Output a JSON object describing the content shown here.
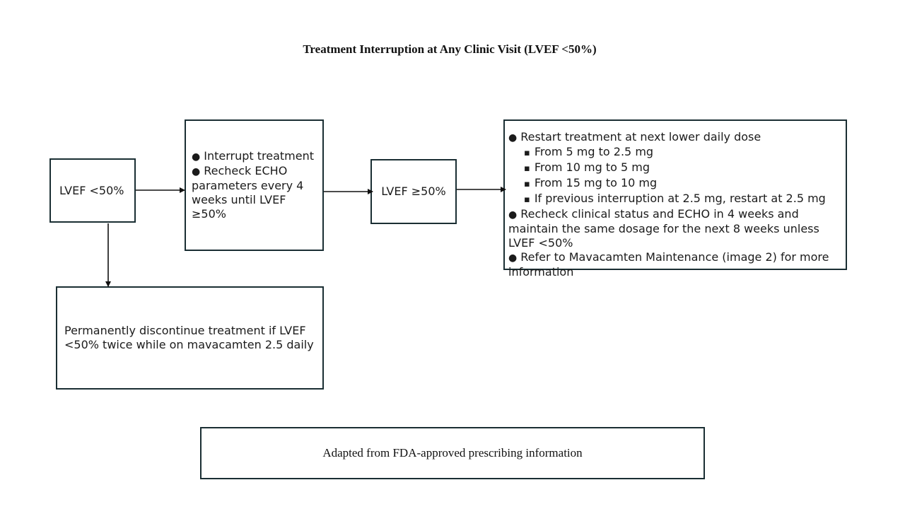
{
  "title": "Treatment Interruption at Any Clinic Visit (LVEF <50%)",
  "boxes": {
    "lvef_low": "LVEF <50%",
    "interrupt": {
      "items": [
        "Interrupt treatment",
        "Recheck ECHO parameters every 4 weeks until LVEF ≥50%"
      ]
    },
    "lvef_high": "LVEF ≥50%",
    "restart": {
      "item1": "Restart treatment at next lower daily dose",
      "sub_items": [
        "From 5 mg to 2.5 mg",
        "From 10 mg to 5 mg",
        "From 15 mg to 10 mg",
        "If previous interruption at 2.5 mg, restart at 2.5 mg"
      ],
      "item2": "Recheck clinical status and ECHO in 4 weeks and maintain the same dosage for the next 8 weeks unless LVEF <50%",
      "item3": "Refer to Mavacamten Maintenance (image 2) for more information"
    },
    "discontinue": "Permanently discontinue treatment if LVEF <50% twice while on mavacamten 2.5 daily",
    "source": "Adapted from FDA-approved prescribing information"
  }
}
